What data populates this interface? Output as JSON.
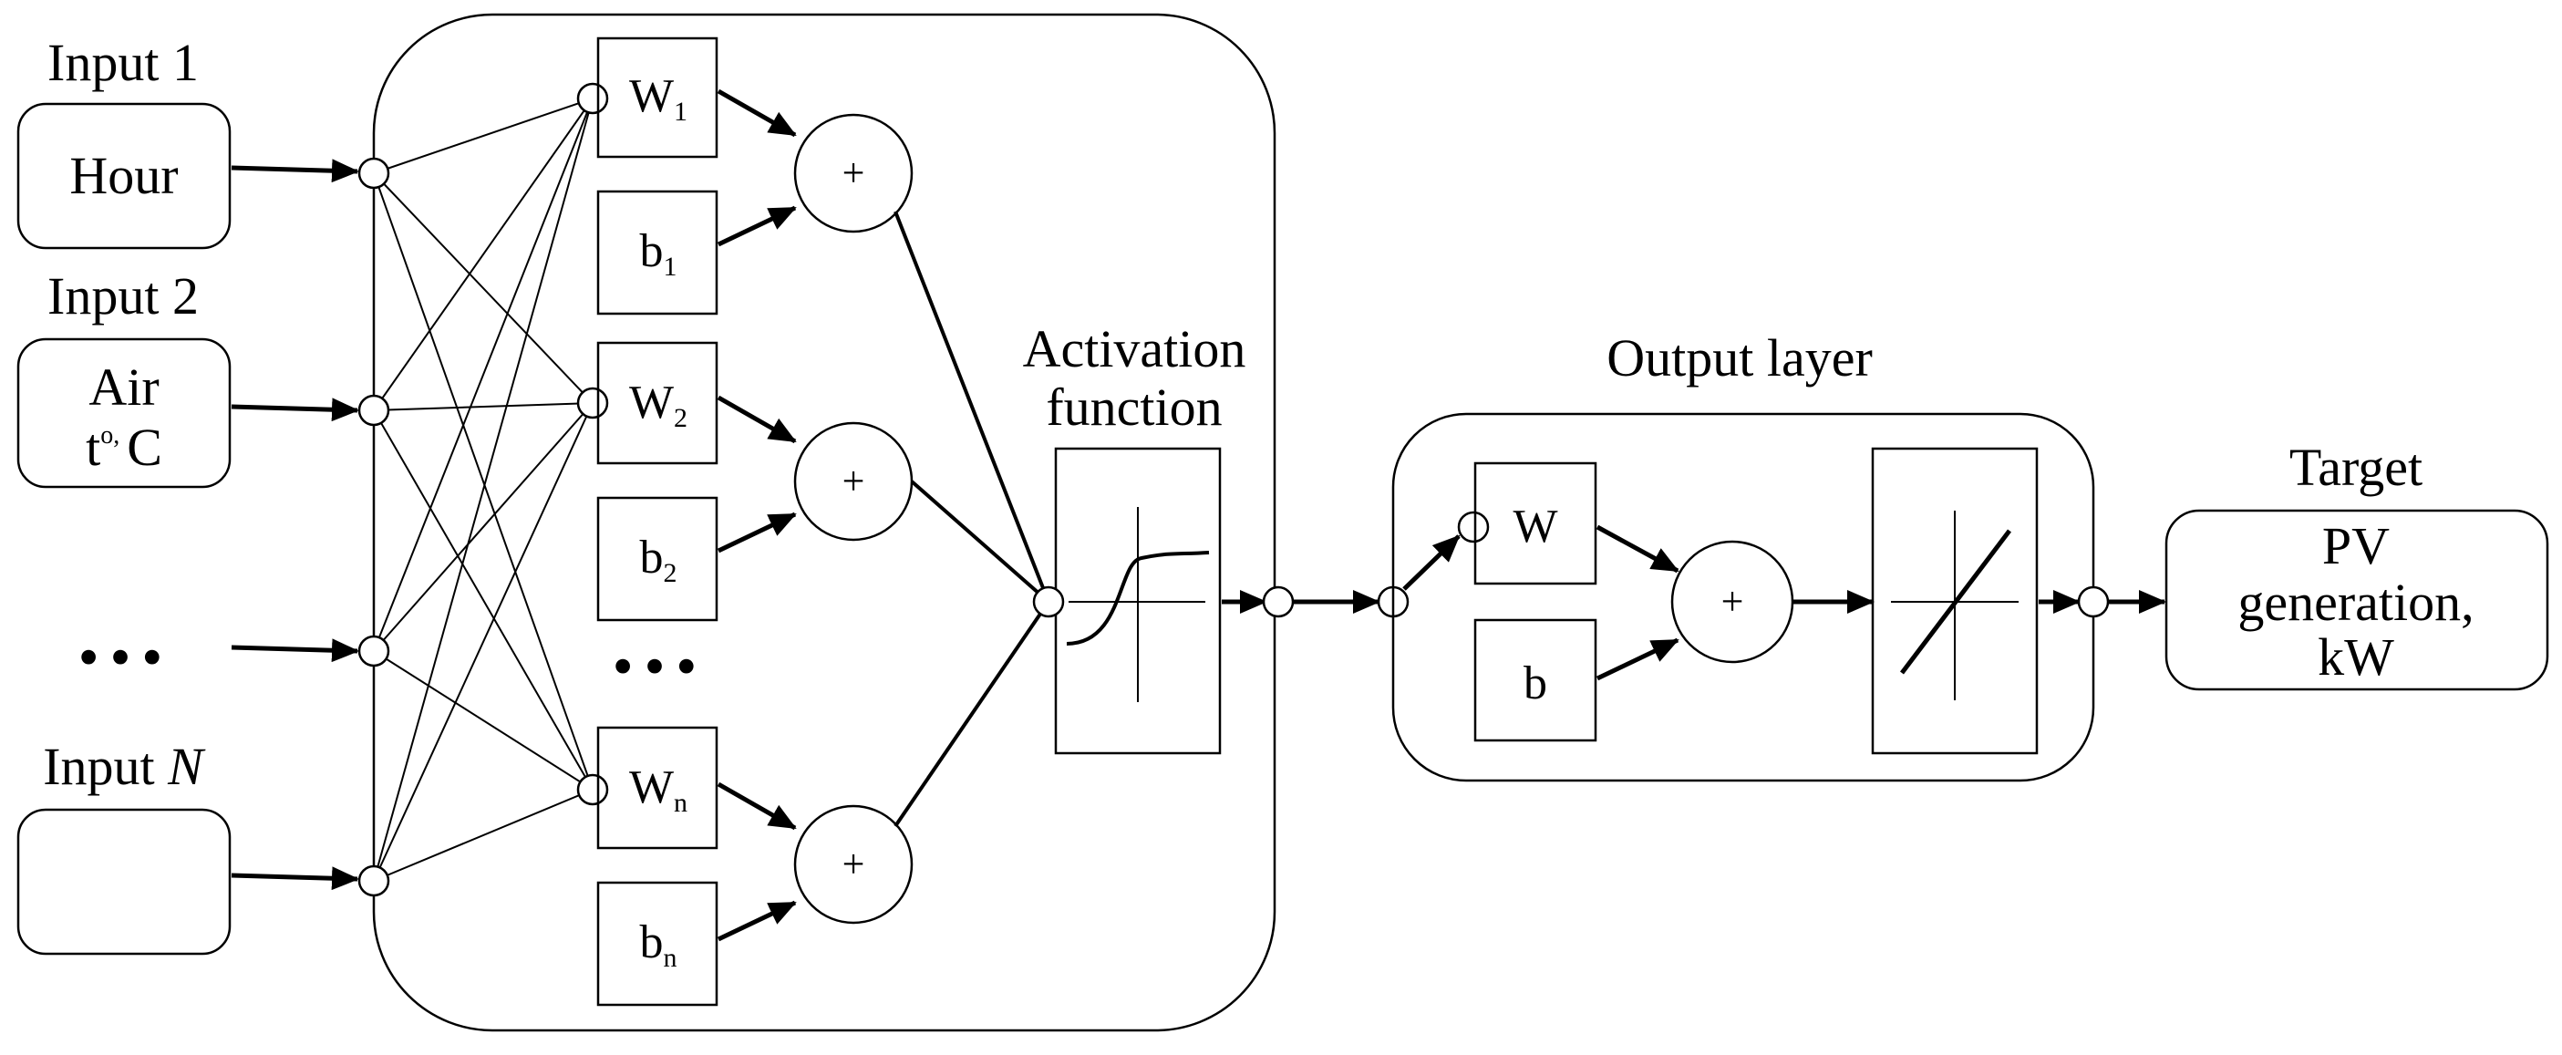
{
  "inputs": {
    "input1_label": "Input 1",
    "input1_box": "Hour",
    "input2_label": "Input 2",
    "input2_box_line1": "Air",
    "input2_box_line2_t": "t",
    "input2_box_line2_sup": "o,",
    "input2_box_line2_c": "C",
    "ellipsis": "• • •",
    "inputN_prefix": "Input ",
    "inputN_var": "N"
  },
  "hidden": {
    "w1": "W",
    "w1_sub": "1",
    "b1": "b",
    "b1_sub": "1",
    "w2": "W",
    "w2_sub": "2",
    "b2": "b",
    "b2_sub": "2",
    "ellipsis": "• • •",
    "wn": "W",
    "wn_sub": "n",
    "bn": "b",
    "bn_sub": "n",
    "plus": "+",
    "activation_line1": "Activation",
    "activation_line2": "function"
  },
  "output_layer": {
    "title": "Output layer",
    "w": "W",
    "b": "b",
    "plus": "+"
  },
  "target": {
    "title": "Target",
    "line1": "PV",
    "line2": "generation,",
    "line3": "kW"
  }
}
